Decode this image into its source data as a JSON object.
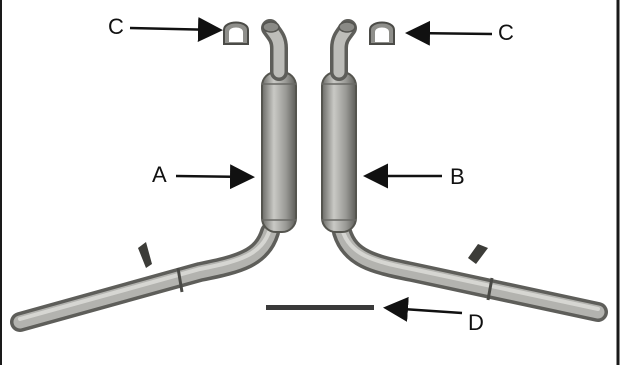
{
  "figure": {
    "callouts": {
      "c_left": "C",
      "c_right": "C",
      "a": "A",
      "b": "B",
      "d": "D"
    }
  },
  "colors": {
    "frame": "#1a1a1a",
    "pipe": "#9c9c98",
    "pipe_dark": "#5e5e5a",
    "muffler": "#8d8d89",
    "rod": "#3a3a3a",
    "arrow": "#111111"
  }
}
